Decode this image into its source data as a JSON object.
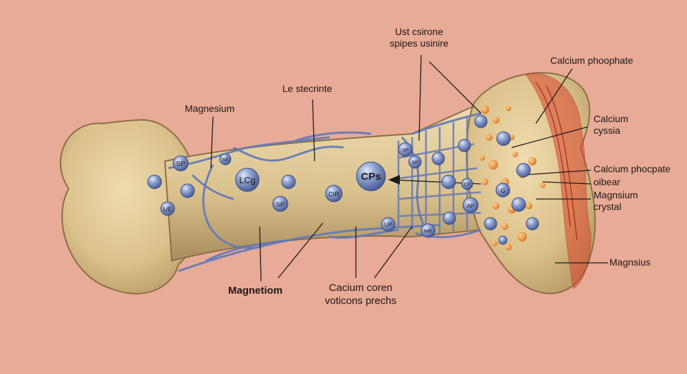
{
  "background_color": "#e8ab97",
  "bone_color": "#e2cc9a",
  "mesh_color": "#5f78b8",
  "marrow_color": "#d9452f",
  "labels": {
    "top_center": [
      "Ust csirone",
      "spipes usinire"
    ],
    "le_stecrinte": "Le stecrinte",
    "magnesium_left": "Magnesium",
    "calcium_phosphate": "Calcium phoophate",
    "calcium_cyssia": [
      "Calcium",
      "cyssia"
    ],
    "calcium_phocpate": "Calcium phocpate",
    "oibear": "oibear",
    "magnesium_crystal": [
      "Magnsium",
      "crystal"
    ],
    "magnsius": "Magnsius",
    "magnetiom": "Magnetiom",
    "cacium_coren": [
      "Cacium coren",
      "voticons prechs"
    ]
  },
  "sphere_labels": {
    "sp_1": "SP",
    "sp_2": "SP",
    "se": "SE",
    "lcg": "LCg",
    "cps": "CPs",
    "ue": "UE",
    "ctr": "CtR",
    "up": "UP",
    "sp_mesh": "SP",
    "sp_mesh2": "SP",
    "g": "G",
    "ap": "AP",
    "cp": "CP",
    "mr": "MR"
  }
}
